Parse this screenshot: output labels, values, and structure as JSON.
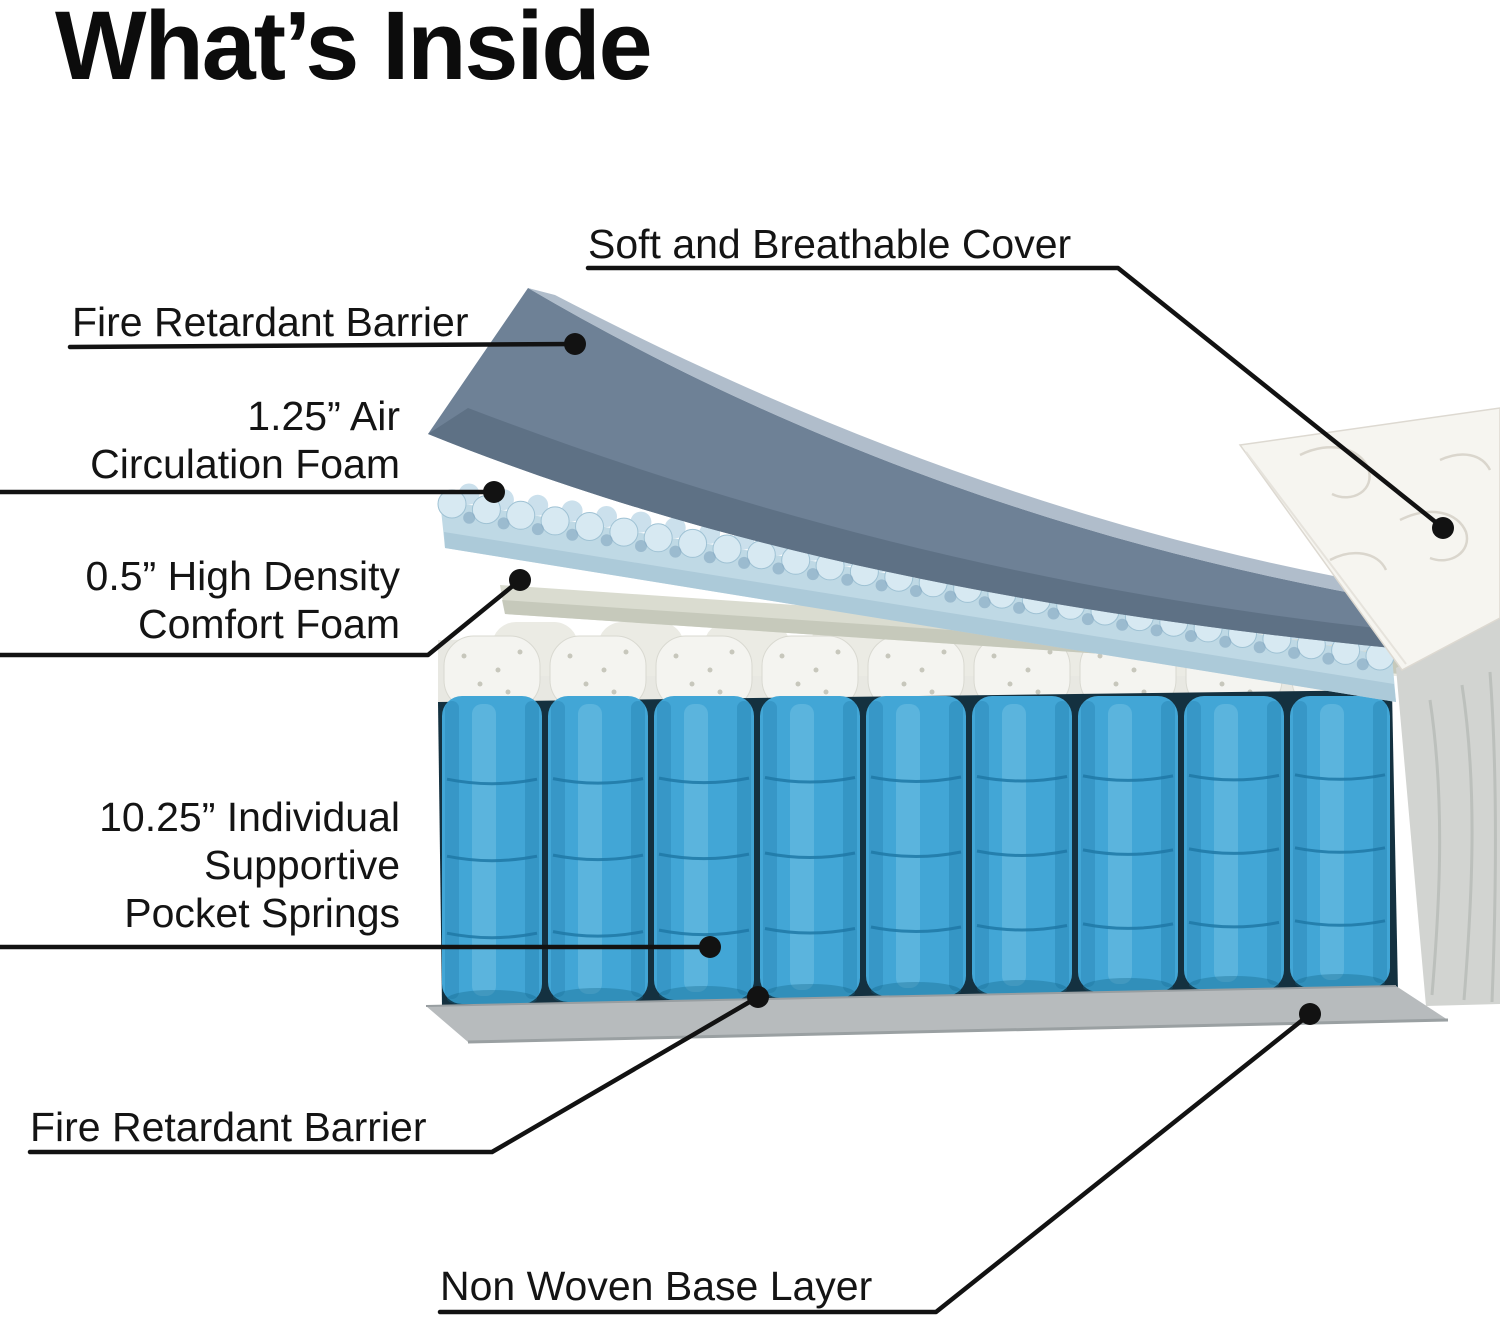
{
  "title": "What’s Inside",
  "labels": {
    "cover": "Soft and Breathable Cover",
    "fire_top": "Fire Retardant Barrier",
    "air_line1": "1.25” Air",
    "air_line2": "Circulation Foam",
    "comfort_line1": "0.5” High Density",
    "comfort_line2": "Comfort Foam",
    "springs_line1": "10.25” Individual",
    "springs_line2": "Supportive",
    "springs_line3": "Pocket Springs",
    "fire_bottom": "Fire Retardant Barrier",
    "base": "Non Woven Base Layer"
  },
  "colors": {
    "background": "#ffffff",
    "text": "#141414",
    "leader_line": "#121212",
    "top_sheet_gray": "#6e8196",
    "air_foam_blue": "#d7e9f2",
    "comfort_foam": "#dadcd0",
    "spring_blue": "#42a6d6",
    "spring_top_white": "#f4f4f0",
    "cover_white": "#f6f5f0",
    "base_gray": "#b7bbbd"
  }
}
